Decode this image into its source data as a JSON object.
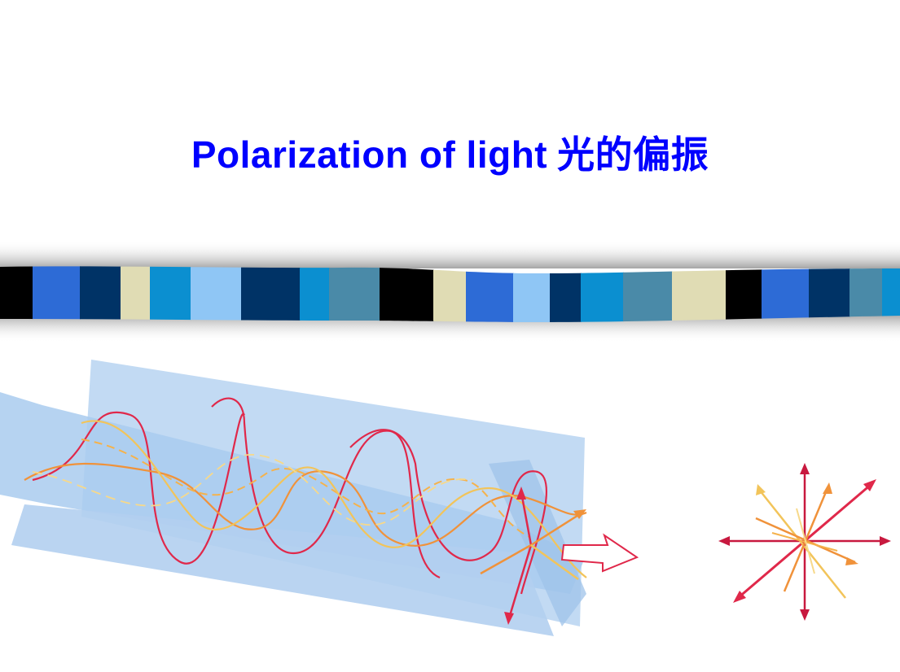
{
  "slide": {
    "title_en": "Polarization of light",
    "title_cn": "光的偏振"
  },
  "colors": {
    "title": "#0000ff",
    "band_swatches": [
      "#000000",
      "#2d6bd6",
      "#003366",
      "#e0dcb4",
      "#0b8fd0",
      "#8fc6f5",
      "#4a8aa8"
    ],
    "sheet_blue": "#a9cbef",
    "wave_red": "#e0284a",
    "wave_orange": "#f0923a",
    "wave_yellow": "#f2c45a",
    "arrow_outline": "#e0284a"
  },
  "icons": [
    "decorative-stripe-band",
    "wave-propagation-illustration",
    "direction-arrow-icon",
    "polarization-star-icon"
  ]
}
